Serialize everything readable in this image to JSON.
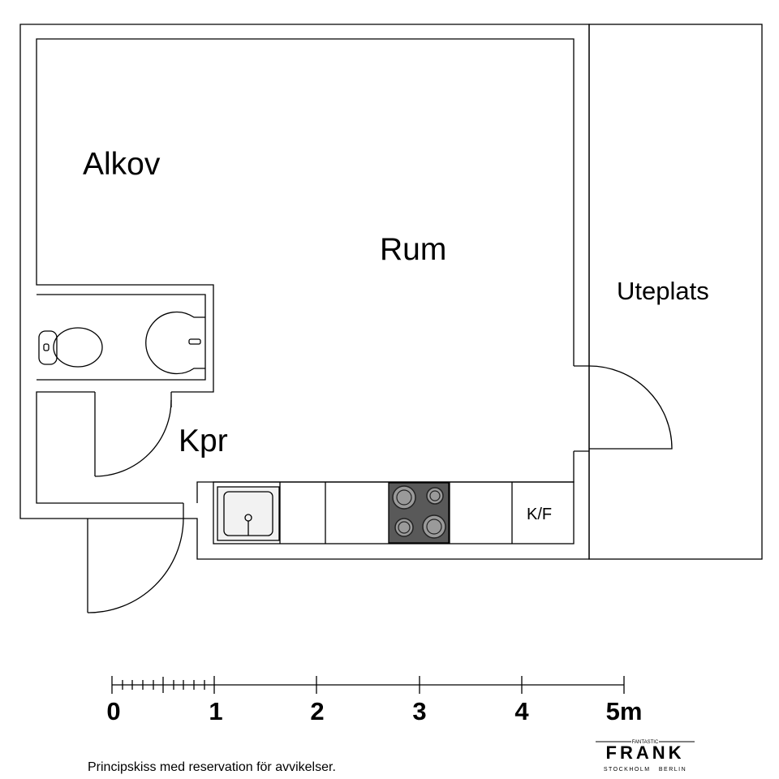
{
  "rooms": {
    "alkov": "Alkov",
    "rum": "Rum",
    "kpr": "Kpr",
    "uteplats": "Uteplats",
    "kf": "K/F"
  },
  "scale": {
    "labels": [
      "0",
      "1",
      "2",
      "3",
      "4",
      "5m"
    ]
  },
  "caption": "Principskiss med reservation för avvikelser.",
  "logo": {
    "top": "FANTASTIC",
    "name": "FRANK",
    "sub": "STOCKHOLM   BERLIN"
  }
}
